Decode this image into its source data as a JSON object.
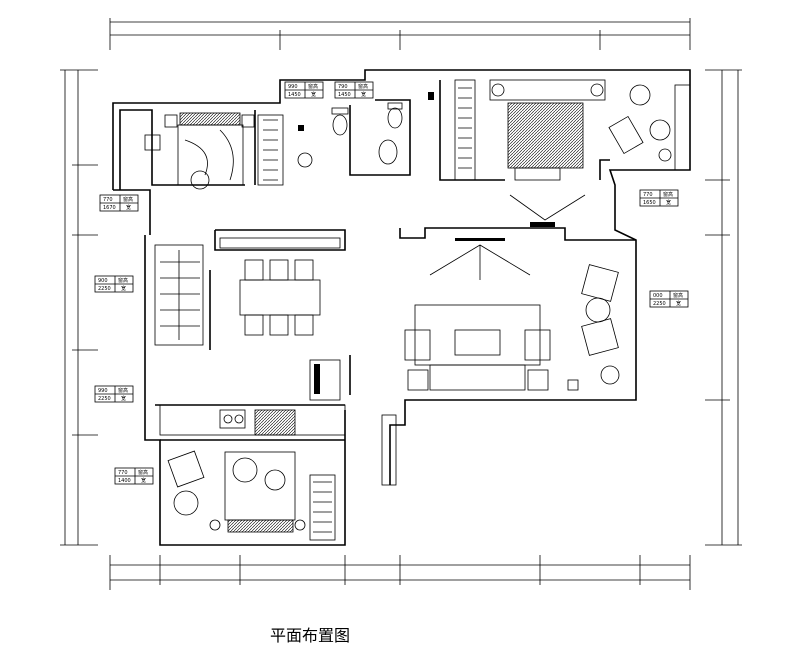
{
  "title": "平面布置图",
  "window_tags": [
    {
      "id": "w1",
      "width": "770",
      "label": "窗高",
      "height": "1670",
      "unit": "宽"
    },
    {
      "id": "w2",
      "width": "900",
      "label": "窗高",
      "height": "2250",
      "unit": "宽"
    },
    {
      "id": "w3",
      "width": "990",
      "label": "窗高",
      "height": "2250",
      "unit": "宽"
    },
    {
      "id": "w4",
      "width": "770",
      "label": "窗高",
      "height": "1400",
      "unit": "宽"
    },
    {
      "id": "w5",
      "width": "990",
      "label": "窗高",
      "height": "1450",
      "unit": "宽"
    },
    {
      "id": "w6",
      "width": "790",
      "label": "窗高",
      "height": "1450",
      "unit": "宽"
    },
    {
      "id": "w7",
      "width": "770",
      "label": "窗高",
      "height": "1650",
      "unit": "宽"
    },
    {
      "id": "w8",
      "width": "000",
      "label": "窗高",
      "height": "2250",
      "unit": "宽"
    }
  ]
}
